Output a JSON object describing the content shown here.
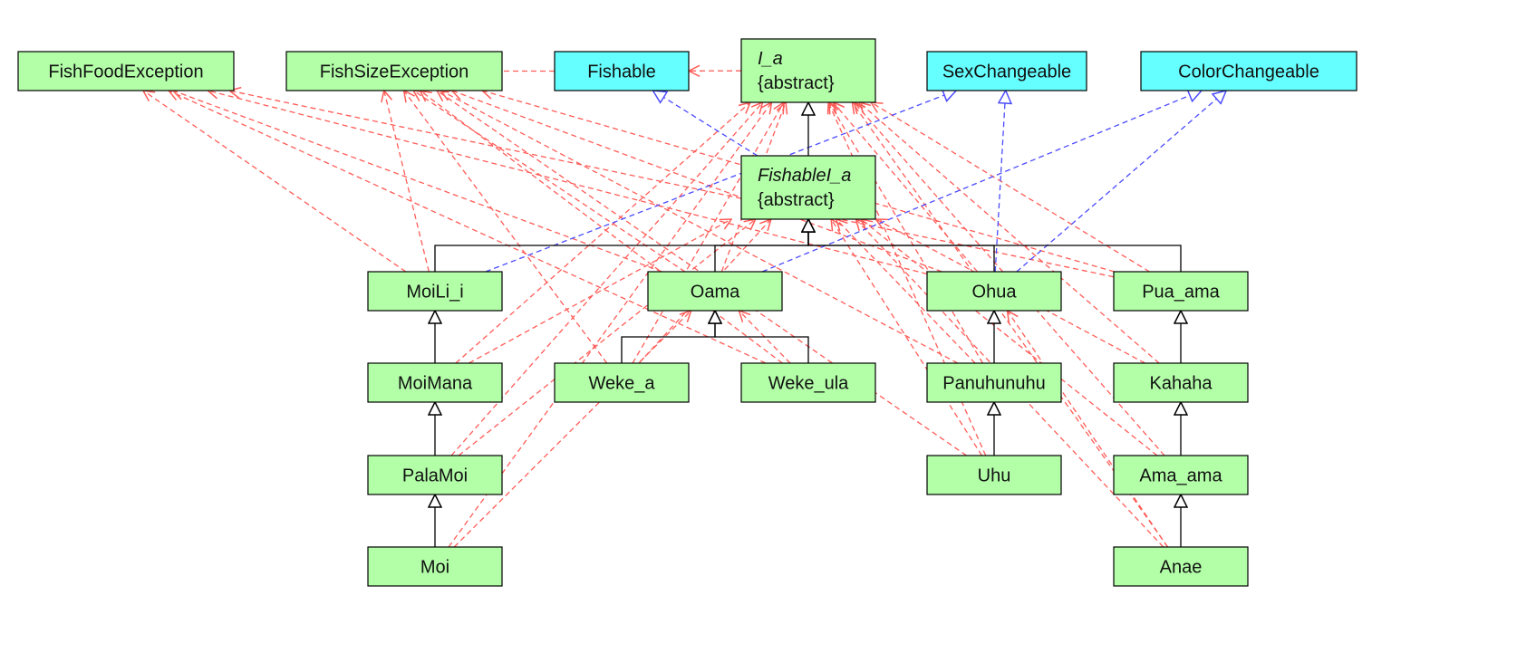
{
  "colors": {
    "class_fill": "#b3ffa8",
    "interface_fill": "#66ffff",
    "node_stroke": "#000000",
    "dependency": "#ff5c57",
    "realization": "#4b4bff",
    "inheritance": "#000000"
  },
  "nodes": [
    {
      "id": "FishFoodException",
      "lines": [
        "FishFoodException"
      ],
      "kind": "class"
    },
    {
      "id": "FishSizeException",
      "lines": [
        "FishSizeException"
      ],
      "kind": "class"
    },
    {
      "id": "Fishable",
      "lines": [
        "Fishable"
      ],
      "kind": "interface"
    },
    {
      "id": "I_a",
      "lines": [
        "I_a",
        "{abstract}"
      ],
      "kind": "abstract"
    },
    {
      "id": "SexChangeable",
      "lines": [
        "SexChangeable"
      ],
      "kind": "interface"
    },
    {
      "id": "ColorChangeable",
      "lines": [
        "ColorChangeable"
      ],
      "kind": "interface"
    },
    {
      "id": "FishableI_a",
      "lines": [
        "FishableI_a",
        "{abstract}"
      ],
      "kind": "abstract"
    },
    {
      "id": "MoiLi_i",
      "lines": [
        "MoiLi_i"
      ],
      "kind": "class"
    },
    {
      "id": "Oama",
      "lines": [
        "Oama"
      ],
      "kind": "class"
    },
    {
      "id": "Ohua",
      "lines": [
        "Ohua"
      ],
      "kind": "class"
    },
    {
      "id": "Pua_ama",
      "lines": [
        "Pua_ama"
      ],
      "kind": "class"
    },
    {
      "id": "MoiMana",
      "lines": [
        "MoiMana"
      ],
      "kind": "class"
    },
    {
      "id": "Weke_a",
      "lines": [
        "Weke_a"
      ],
      "kind": "class"
    },
    {
      "id": "Weke_ula",
      "lines": [
        "Weke_ula"
      ],
      "kind": "class"
    },
    {
      "id": "Panuhunuhu",
      "lines": [
        "Panuhunuhu"
      ],
      "kind": "class"
    },
    {
      "id": "Kahaha",
      "lines": [
        "Kahaha"
      ],
      "kind": "class"
    },
    {
      "id": "PalaMoi",
      "lines": [
        "PalaMoi"
      ],
      "kind": "class"
    },
    {
      "id": "Uhu",
      "lines": [
        "Uhu"
      ],
      "kind": "class"
    },
    {
      "id": "Ama_ama",
      "lines": [
        "Ama_ama"
      ],
      "kind": "class"
    },
    {
      "id": "Moi",
      "lines": [
        "Moi"
      ],
      "kind": "class"
    },
    {
      "id": "Anae",
      "lines": [
        "Anae"
      ],
      "kind": "class"
    }
  ],
  "edges": {
    "inheritance": [
      [
        "FishableI_a",
        "I_a"
      ],
      [
        "MoiLi_i",
        "FishableI_a"
      ],
      [
        "Oama",
        "FishableI_a"
      ],
      [
        "Ohua",
        "FishableI_a"
      ],
      [
        "Pua_ama",
        "FishableI_a"
      ],
      [
        "Weke_a",
        "Oama"
      ],
      [
        "Weke_ula",
        "Oama"
      ],
      [
        "MoiMana",
        "MoiLi_i"
      ],
      [
        "PalaMoi",
        "MoiMana"
      ],
      [
        "Moi",
        "PalaMoi"
      ],
      [
        "Panuhunuhu",
        "Ohua"
      ],
      [
        "Uhu",
        "Panuhunuhu"
      ],
      [
        "Kahaha",
        "Pua_ama"
      ],
      [
        "Ama_ama",
        "Kahaha"
      ],
      [
        "Anae",
        "Ama_ama"
      ]
    ],
    "realization": [
      [
        "FishableI_a",
        "Fishable"
      ],
      [
        "MoiLi_i",
        "SexChangeable"
      ],
      [
        "Ohua",
        "SexChangeable"
      ],
      [
        "Oama",
        "ColorChangeable"
      ],
      [
        "Ohua",
        "ColorChangeable"
      ]
    ],
    "dependency": [
      [
        "Fishable",
        "FishSizeException"
      ],
      [
        "I_a",
        "Fishable"
      ],
      [
        "MoiLi_i",
        "FishFoodException"
      ],
      [
        "MoiLi_i",
        "FishSizeException"
      ],
      [
        "MoiMana",
        "I_a"
      ],
      [
        "MoiMana",
        "FishableI_a"
      ],
      [
        "PalaMoi",
        "I_a"
      ],
      [
        "PalaMoi",
        "FishableI_a"
      ],
      [
        "Moi",
        "I_a"
      ],
      [
        "Moi",
        "Oama"
      ],
      [
        "Oama",
        "FishFoodException"
      ],
      [
        "Oama",
        "FishSizeException"
      ],
      [
        "Oama",
        "I_a"
      ],
      [
        "Weke_a",
        "I_a"
      ],
      [
        "Weke_a",
        "FishableI_a"
      ],
      [
        "Weke_a",
        "FishSizeException"
      ],
      [
        "Weke_ula",
        "FishFoodException"
      ],
      [
        "Weke_ula",
        "FishSizeException"
      ],
      [
        "Weke_ula",
        "Oama"
      ],
      [
        "Ohua",
        "FishFoodException"
      ],
      [
        "Ohua",
        "FishSizeException"
      ],
      [
        "Ohua",
        "I_a"
      ],
      [
        "Panuhunuhu",
        "I_a"
      ],
      [
        "Panuhunuhu",
        "FishableI_a"
      ],
      [
        "Panuhunuhu",
        "FishSizeException"
      ],
      [
        "Uhu",
        "I_a"
      ],
      [
        "Uhu",
        "FishSizeException"
      ],
      [
        "Uhu",
        "FishableI_a"
      ],
      [
        "Pua_ama",
        "FishFoodException"
      ],
      [
        "Pua_ama",
        "FishSizeException"
      ],
      [
        "Pua_ama",
        "I_a"
      ],
      [
        "Kahaha",
        "I_a"
      ],
      [
        "Kahaha",
        "FishableI_a"
      ],
      [
        "Ama_ama",
        "I_a"
      ],
      [
        "Ama_ama",
        "FishableI_a"
      ],
      [
        "Anae",
        "I_a"
      ],
      [
        "Anae",
        "FishableI_a"
      ],
      [
        "Anae",
        "Ohua"
      ]
    ]
  }
}
